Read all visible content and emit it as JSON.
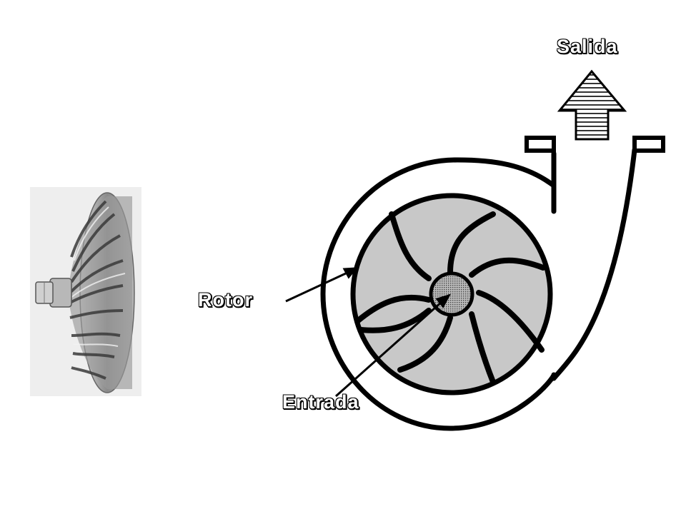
{
  "labels": {
    "outlet": "Salida",
    "rotor": "Rotor",
    "inlet": "Entrada"
  },
  "colors": {
    "line": "#000000",
    "rotor_fill": "#c8c8c8",
    "background": "#ffffff",
    "photo_metal": "#a9a9a9"
  }
}
